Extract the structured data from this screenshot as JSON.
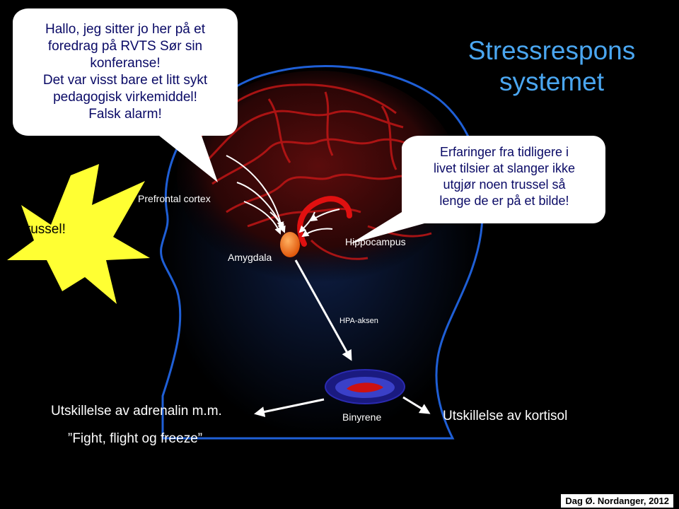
{
  "colors": {
    "background": "#000000",
    "title": "#4aa6f0",
    "bubble_text": "#0a0a66",
    "brain_vessels": "#c01616",
    "hippocampus": "#e01010",
    "amygdala": "#f07a1a",
    "star": "#ffff33",
    "binyrene_outer": "#1a1a80",
    "binyrene_inner": "#cc1111"
  },
  "title": {
    "line1": "Stressrespons",
    "line2": "systemet"
  },
  "speech_bubble": {
    "lines": [
      "Hallo, jeg sitter jo her på et",
      "foredrag på RVTS Sør sin",
      "konferanse!",
      "Det var visst bare et litt sykt",
      "pedagogisk virkemiddel!",
      "Falsk alarm!"
    ]
  },
  "memory_bubble": {
    "lines": [
      "Erfaringer fra tidligere i",
      "livet tilsier at slanger ikke",
      "utgjør noen trussel så",
      "lenge de er på et bilde!"
    ]
  },
  "threat": {
    "label": "Trussel!"
  },
  "labels": {
    "prefrontal": "Prefrontal cortex",
    "amygdala": "Amygdala",
    "hippocampus": "Hippocampus",
    "hpa": "HPA-aksen",
    "binyrene": "Binyrene",
    "adrenalin": "Utskillelse av adrenalin m.m.",
    "fight": "”Fight, flight og freeze”",
    "kortisol": "Utskillelse av kortisol"
  },
  "footer": {
    "credit": "Dag Ø. Nordanger, 2012"
  }
}
